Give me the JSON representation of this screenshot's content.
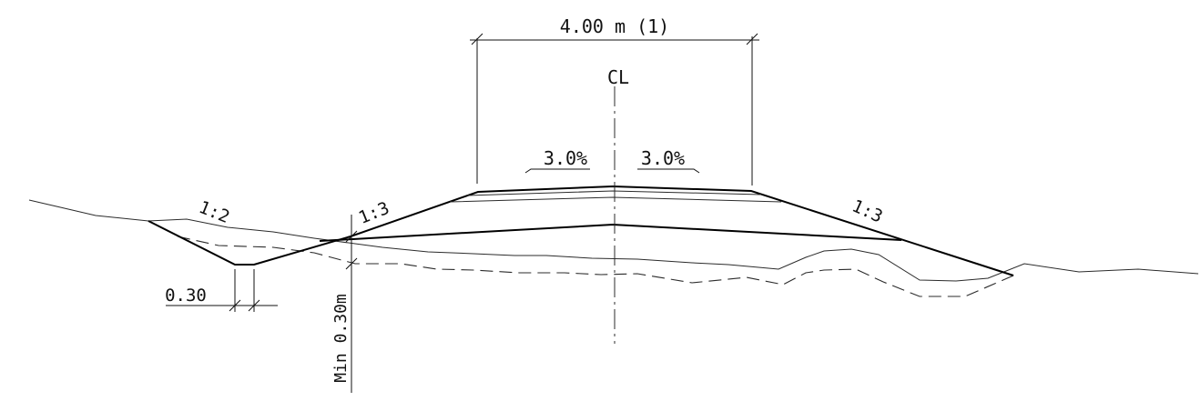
{
  "labels": {
    "top_width": "4.00 m (1)",
    "centerline": "CL",
    "crossfall_left": "3.0%",
    "crossfall_right": "3.0%",
    "slope_ditch": "1:2",
    "slope_left": "1:3",
    "slope_right": "1:3",
    "ditch_width": "0.30",
    "min_depth": "Min 0.30m"
  },
  "colors": {
    "line": "#000000",
    "background": "#ffffff"
  }
}
